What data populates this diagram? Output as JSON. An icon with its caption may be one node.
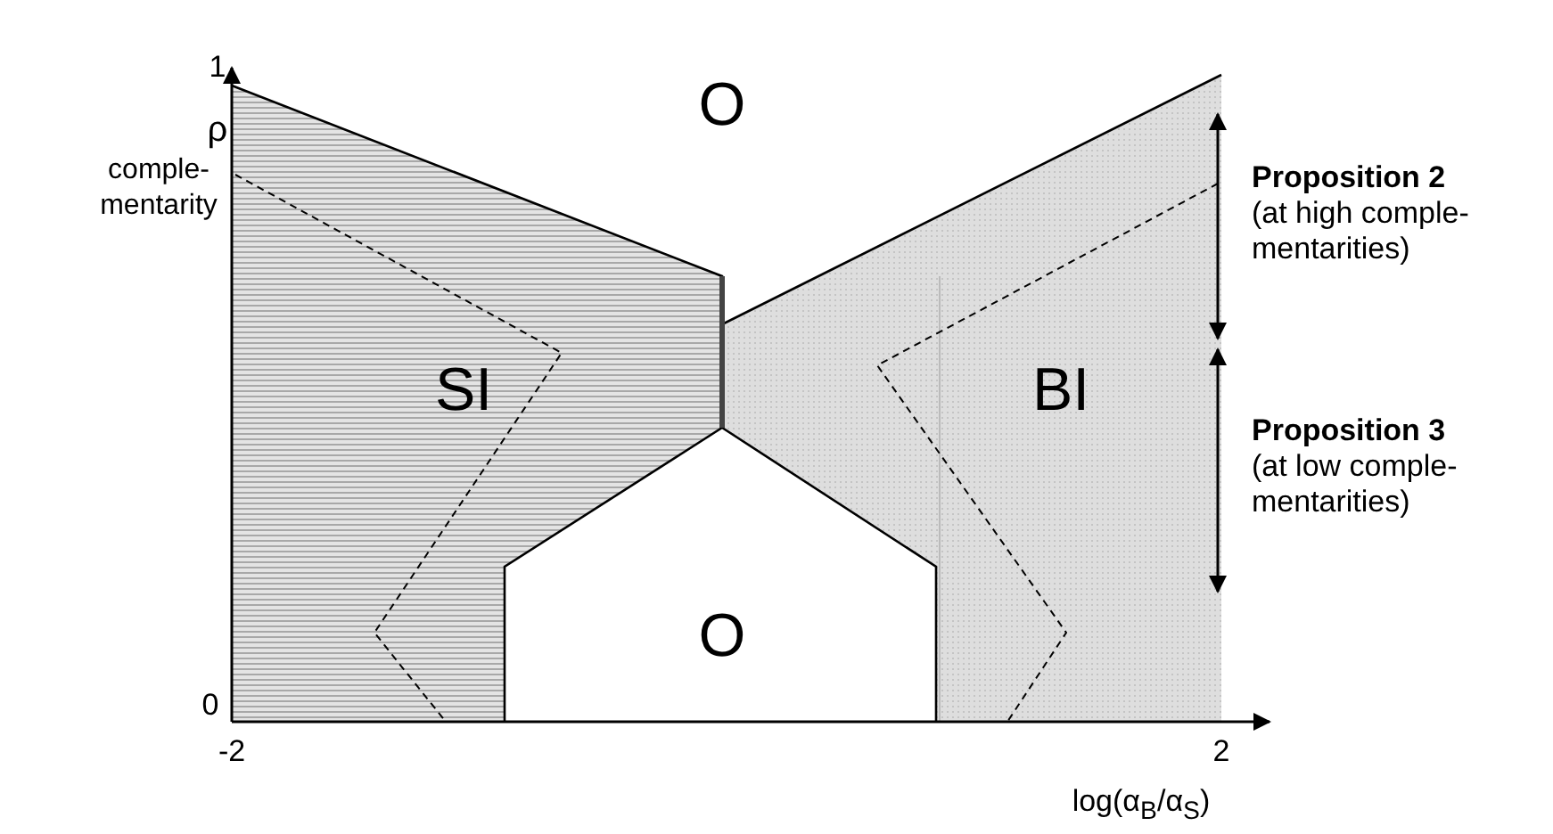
{
  "diagram": {
    "labels": [
      "1",
      "ρ",
      "comple-mentarity",
      "O",
      "Proposition 2",
      "(at high comple-mentarities)",
      "SI",
      "BI",
      "Proposition 3",
      "(at low comple-mentarities)",
      "O",
      "0",
      "-2",
      "2",
      "log(α$_{B}$/α$_{S}$)"
    ]
  }
}
